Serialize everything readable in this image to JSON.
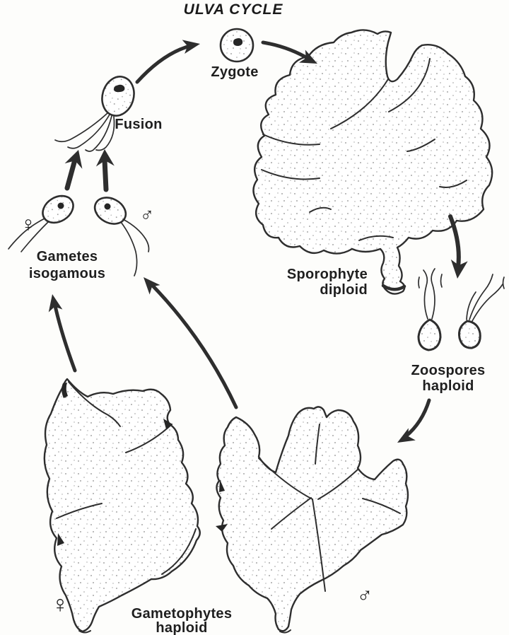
{
  "title": "ULVA CYCLE",
  "nodes": {
    "zygote": {
      "label": "Zygote"
    },
    "fusion": {
      "label": "Fusion"
    },
    "gametes": {
      "line1": "Gametes",
      "line2": "isogamous"
    },
    "sporophyte": {
      "line1": "Sporophyte",
      "line2": "diploid"
    },
    "zoospores": {
      "line1": "Zoospores",
      "line2": "haploid"
    },
    "gametophytes": {
      "line1": "Gametophytes",
      "line2": "haploid"
    }
  },
  "symbols": {
    "female": "♀",
    "male": "♂"
  },
  "colors": {
    "ink": "#2e2e2e",
    "background": "#fdfdfb"
  }
}
